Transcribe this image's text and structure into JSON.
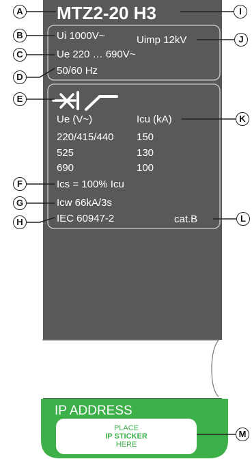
{
  "label": {
    "model": "MTZ2-20 H3",
    "ratings": {
      "ui": "Ui 1000V~",
      "uimp": "Uimp 12kV",
      "ue_range": "Ue 220 … 690V~",
      "frequency": "50/60 Hz"
    },
    "breaking_table": {
      "col1_header": "Ue (V~)",
      "col2_header": "Icu (kA)",
      "rows": [
        {
          "ue": "220/415/440",
          "icu": "150"
        },
        {
          "ue": "525",
          "icu": "130"
        },
        {
          "ue": "690",
          "icu": "100"
        }
      ]
    },
    "ics": "Ics = 100% Icu",
    "icw": "Icw 66kA/3s",
    "standard": "IEC 60947-2",
    "category": "cat.B",
    "ip_section": {
      "title": "IP ADDRESS",
      "sticker_lines": [
        "PLACE",
        "IP STICKER",
        "HERE"
      ]
    }
  },
  "callouts": {
    "a": "A",
    "b": "B",
    "c": "C",
    "d": "D",
    "e": "E",
    "f": "F",
    "g": "G",
    "h": "H",
    "i": "I",
    "j": "J",
    "k": "K",
    "l": "L",
    "m": "M"
  },
  "colors": {
    "label_background": "#595959",
    "ip_band": "#3db04a",
    "text": "#ffffff",
    "leader_lines": "#222222"
  }
}
